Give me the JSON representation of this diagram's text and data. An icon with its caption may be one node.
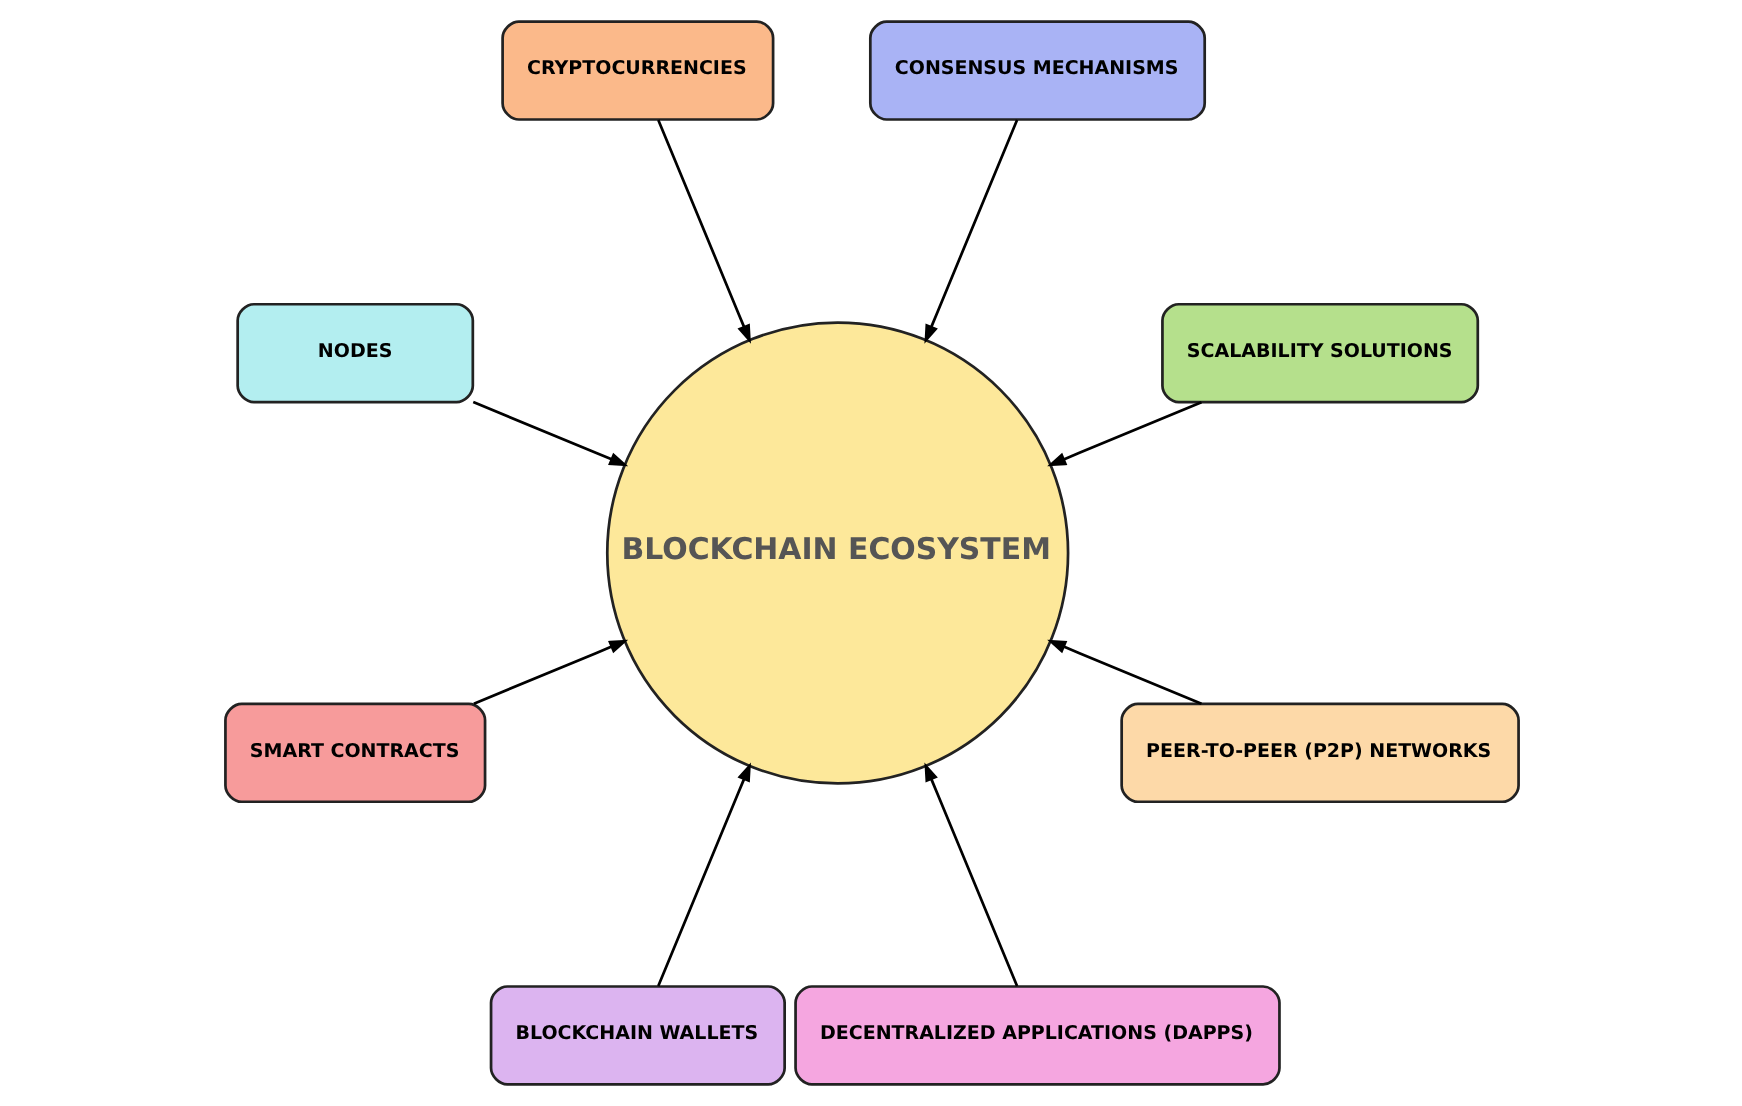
{
  "diagram": {
    "nodes": [
      {
        "text": [
          "BLOCKCHAIN ECOSYSTEM"
        ]
      },
      {
        "text": [
          "SCALABILITY SOLUTIONS"
        ]
      },
      {
        "text": [
          "CONSENSUS MECHANISMS"
        ]
      },
      {
        "text": [
          "CRYPTOCURRENCIES"
        ]
      },
      {
        "text": [
          "NODES"
        ]
      },
      {
        "text": [
          "SMART CONTRACTS"
        ]
      },
      {
        "text": [
          "BLOCKCHAIN WALLETS"
        ]
      },
      {
        "text": [
          "DECENTRALIZED APPLICATIONS (DAPPS)"
        ]
      },
      {
        "text": [
          "PEER-TO-PEER (P2P) NETWORKS"
        ]
      }
    ],
    "edges": [
      {
        "from": 1,
        "to": 0,
        "arrow": "to"
      },
      {
        "from": 2,
        "to": 0,
        "arrow": "to"
      },
      {
        "from": 3,
        "to": 0,
        "arrow": "to"
      },
      {
        "from": 4,
        "to": 0,
        "arrow": "to"
      },
      {
        "from": 5,
        "to": 0,
        "arrow": "to"
      },
      {
        "from": 6,
        "to": 0,
        "arrow": "to"
      },
      {
        "from": 7,
        "to": 0,
        "arrow": "to"
      },
      {
        "from": 8,
        "to": 0,
        "arrow": "to"
      }
    ]
  }
}
